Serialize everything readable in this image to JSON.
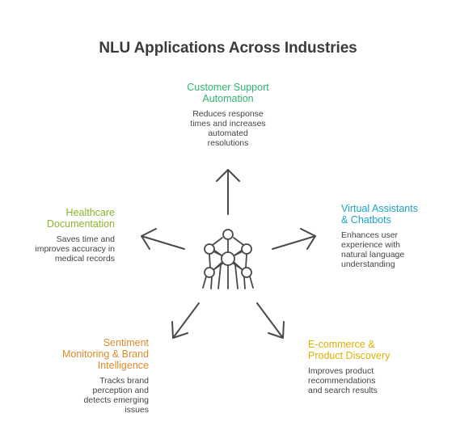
{
  "title": "NLU Applications Across Industries",
  "colors": {
    "customer_support": "#2fb36e",
    "virtual_assistants": "#1aa3c8",
    "healthcare": "#8ab52c",
    "ecommerce": "#e0b100",
    "sentiment": "#e08a2c",
    "arrow": "#4a4a4a",
    "text": "#444444"
  },
  "nodes": {
    "customer_support": {
      "heading_lines": [
        "Customer Support",
        "Automation"
      ],
      "desc_lines": [
        "Reduces response",
        "times and increases",
        "automated",
        "resolutions"
      ]
    },
    "virtual_assistants": {
      "heading_lines": [
        "Virtual Assistants",
        "& Chatbots"
      ],
      "desc_lines": [
        "Enhances user",
        "experience with",
        "natural language",
        "understanding"
      ]
    },
    "healthcare": {
      "heading_lines": [
        "Healthcare",
        "Documentation"
      ],
      "desc_lines": [
        "Saves time and",
        "improves accuracy in",
        "medical records"
      ]
    },
    "ecommerce": {
      "heading_lines": [
        "E-commerce &",
        "Product Discovery"
      ],
      "desc_lines": [
        "Improves product",
        "recommendations",
        "and search results"
      ]
    },
    "sentiment": {
      "heading_lines": [
        "Sentiment",
        "Monitoring & Brand",
        "Intelligence"
      ],
      "desc_lines": [
        "Tracks brand",
        "perception and",
        "detects emerging",
        "issues"
      ]
    }
  },
  "icons": {
    "hub": "neural-network-icon"
  }
}
